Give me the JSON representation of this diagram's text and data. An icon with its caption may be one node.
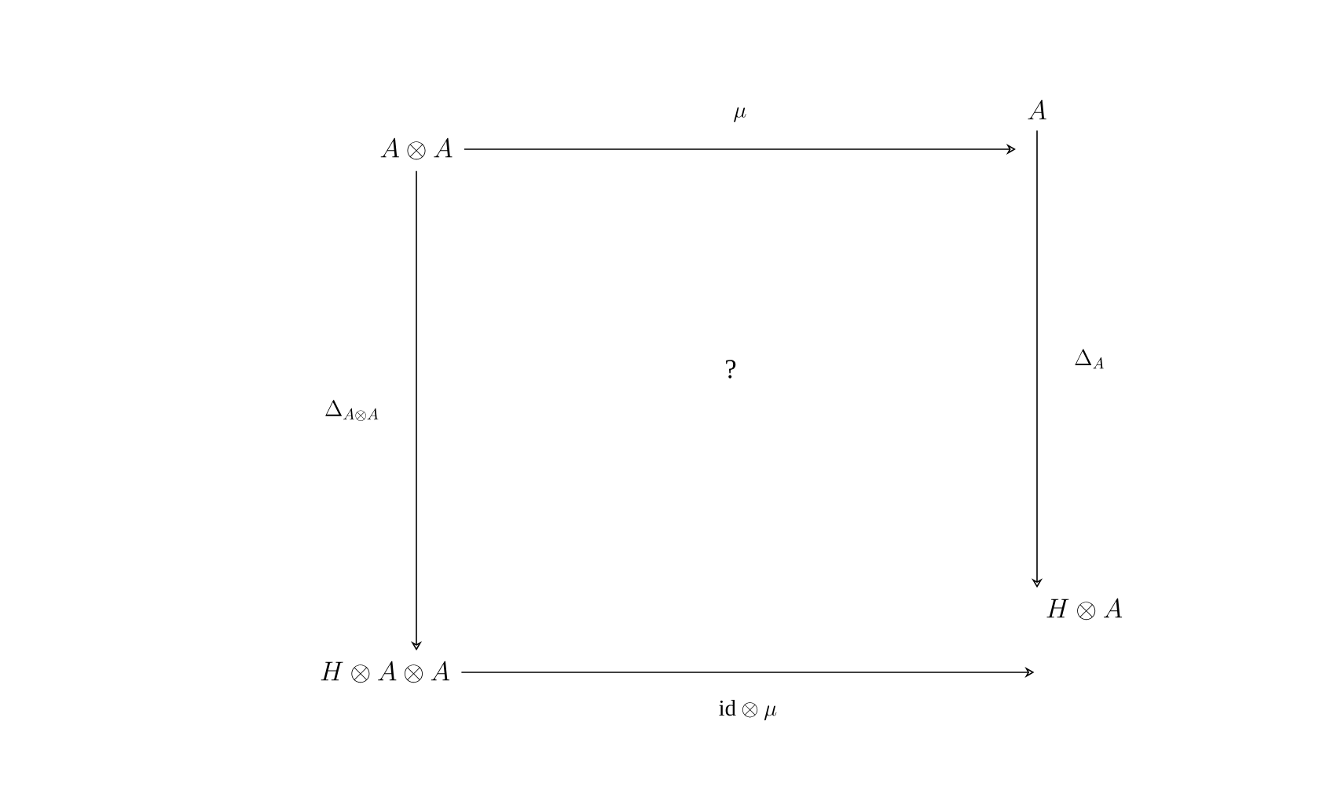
{
  "diagram": {
    "nodes": [
      {
        "text": [
          "A \\otimes A"
        ]
      },
      {
        "text": [
          "A"
        ]
      },
      {
        "text": [
          "H \\otimes A \\otimes A"
        ]
      },
      {
        "text": [
          "H \\otimes A"
        ]
      }
    ],
    "edges": [
      {
        "from": 0,
        "to": 1,
        "arrow": "to",
        "label": "\\mu"
      },
      {
        "from": 0,
        "to": 2,
        "arrow": "to",
        "label": "\\Delta_{A \\otimes A}"
      },
      {
        "from": 1,
        "to": 3,
        "arrow": "to",
        "label": "\\Delta_A"
      },
      {
        "from": 2,
        "to": 3,
        "arrow": "to",
        "label": "\\mathrm{id} \\otimes \\mu"
      }
    ],
    "labels": [
      "?"
    ]
  }
}
